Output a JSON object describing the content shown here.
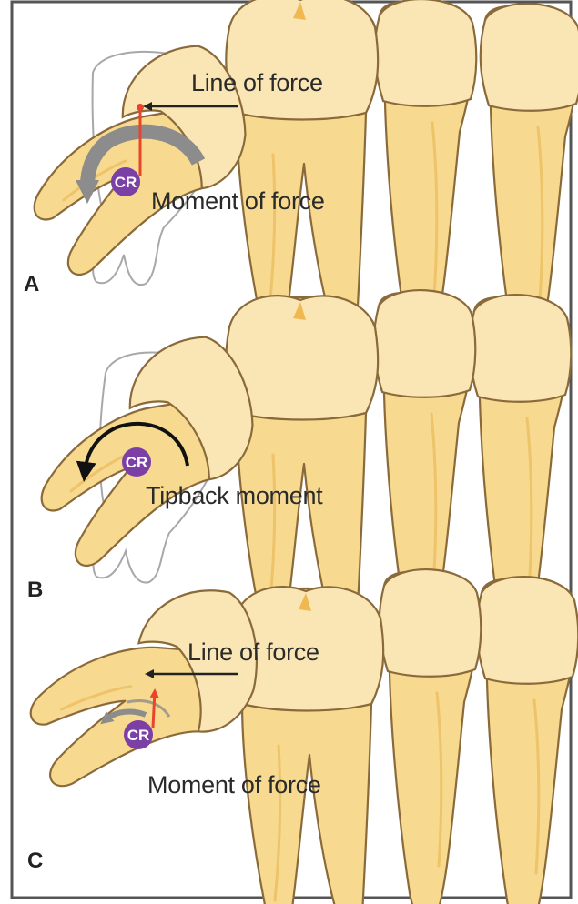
{
  "panels": [
    {
      "letter": "A",
      "labels": {
        "line_of_force": "Line of force",
        "moment": "Moment of force",
        "cr": "CR"
      },
      "arrow_colors": {
        "force": "#222222",
        "moment": "#8c8c8c",
        "lever": "#e8452a"
      }
    },
    {
      "letter": "B",
      "labels": {
        "moment": "Tipback moment",
        "cr": "CR"
      },
      "arrow_colors": {
        "moment": "#111111"
      }
    },
    {
      "letter": "C",
      "labels": {
        "line_of_force": "Line of force",
        "moment": "Moment of force",
        "cr": "CR"
      },
      "arrow_colors": {
        "force": "#222222",
        "moment": "#8c8c8c",
        "lever": "#e8452a"
      }
    }
  ],
  "colors": {
    "tooth_fill": "#f7d98f",
    "crown_fill": "#fae6b4",
    "outline": "#8a6a3a",
    "cr_marker": "#7b3fa6",
    "frame": "#555555"
  }
}
